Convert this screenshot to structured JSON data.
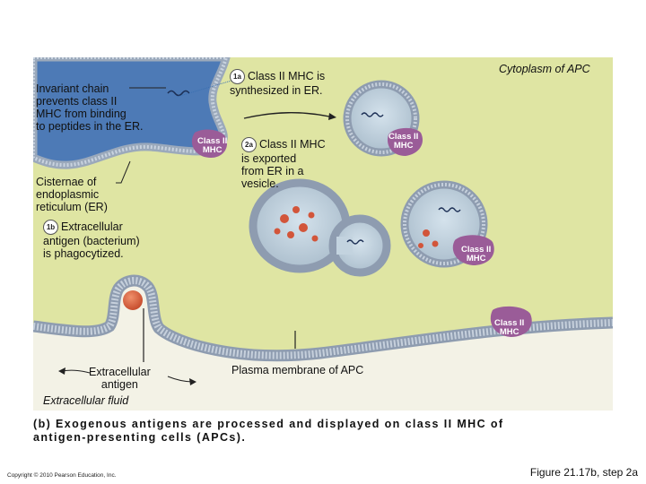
{
  "labels": {
    "invariant_chain": "Invariant chain\nprevents class II\nMHC from binding\nto peptides in the ER.",
    "cisternae": "Cisternae of\nendoplasmic\nreticulum (ER)",
    "step_1b_num": "1b",
    "step_1b": "Extracellular\nantigen (bacterium)\nis phagocytized.",
    "step_1a_num": "1a",
    "step_1a": "Class II MHC is\nsynthesized in ER.",
    "step_2a_num": "2a",
    "step_2a": "Class II MHC\nis exported\nfrom ER in a\nvesicle.",
    "cytoplasm": "Cytoplasm of APC",
    "extracellular_antigen": "Extracellular\nantigen",
    "extracellular_fluid": "Extracellular fluid",
    "plasma_membrane": "Plasma membrane of APC",
    "mhc": "Class II\nMHC"
  },
  "caption": "(b) Exogenous antigens are processed and displayed on class II MHC of\n     antigen-presenting cells (APCs).",
  "copyright": "Copyright © 2010 Pearson Education, Inc.",
  "figure": "Figure 21.17b, step 2a",
  "colors": {
    "cytoplasm_bg": "#dfe5a3",
    "extracellular_bg": "#f3f2e6",
    "er_lumen": "#4d7ab6",
    "membrane": "#9ba9bb",
    "mhc": "#9a5c98",
    "antigen": "#d2553a"
  }
}
